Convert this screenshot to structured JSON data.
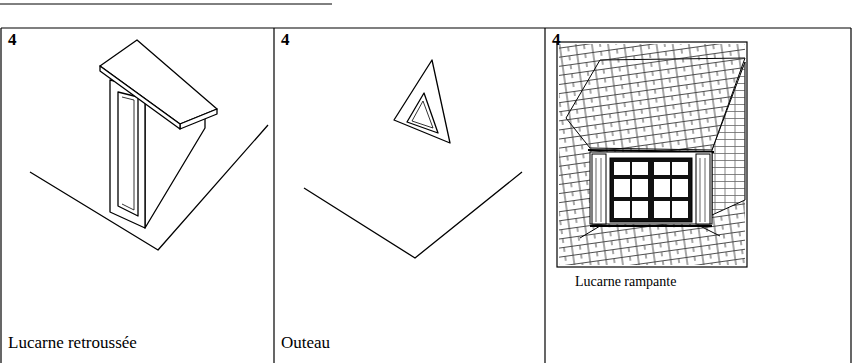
{
  "diagram": {
    "labels": [
      "4",
      "4",
      "4",
      "Lucarne retroussée",
      "Outeau",
      "Lucarne rampante"
    ]
  }
}
